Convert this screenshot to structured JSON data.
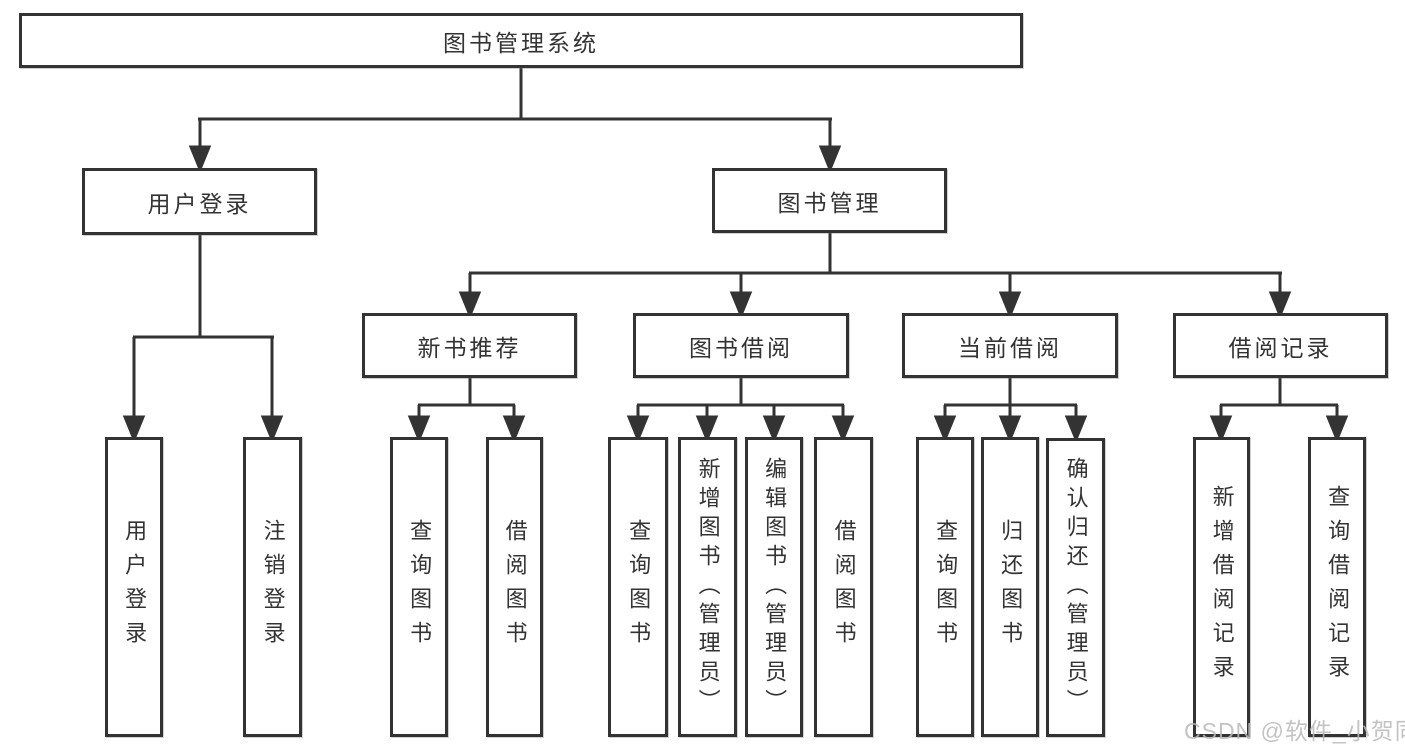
{
  "diagram_title": "图书管理系统",
  "nodes": {
    "root": "图书管理系统",
    "level2": {
      "user_login": "用户登录",
      "book_management": "图书管理"
    },
    "level3": {
      "new_book_recommend": "新书推荐",
      "book_borrow": "图书借阅",
      "current_borrow": "当前借阅",
      "borrow_record": "借阅记录"
    },
    "leaves": {
      "user_login": "用户登录",
      "logout": "注销登录",
      "nbr_query_book": "查询图书",
      "nbr_borrow_book": "借阅图书",
      "bb_query_book": "查询图书",
      "bb_add_book": "新增图书（管理员）",
      "bb_edit_book": "编辑图书（管理员）",
      "bb_borrow_book": "借阅图书",
      "cb_query_book": "查询图书",
      "cb_return_book": "归还图书",
      "cb_confirm_return": "确认归还（管理员）",
      "br_add_record": "新增借阅记录",
      "br_query_record": "查询借阅记录"
    }
  },
  "watermark": "CSDN @软件_小贺同学",
  "colors": {
    "line": "#333333",
    "box_border": "#333333",
    "box_fill": "#ffffff",
    "text": "#333333",
    "watermark": "#b9b9b9",
    "background": "#ffffff"
  }
}
